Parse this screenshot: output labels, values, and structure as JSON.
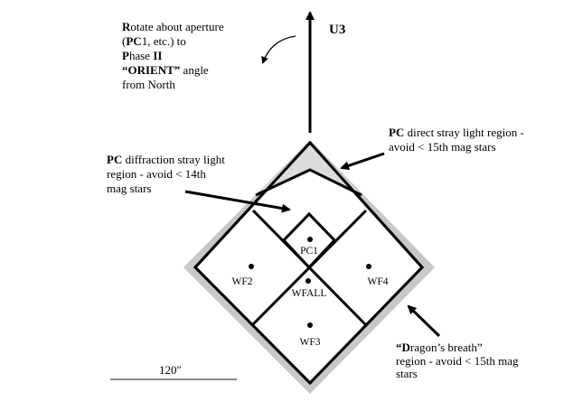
{
  "title_label": "U3",
  "rotate_note": {
    "line1_bold": "R",
    "line1": "otate about aperture",
    "line2_open": "(",
    "line2_bold": "PC",
    "line2": "1, etc.) to",
    "line3_bold_start": "P",
    "line3": "hase ",
    "line3_bold": "II",
    "line4_bold": "“ORIENT”",
    "line4": " angle",
    "line5": "from North"
  },
  "pc_diffraction_note": {
    "line1_bold": "PC",
    "line1": " diffraction stray light",
    "line2": "region - avoid < 14th",
    "line3": "mag stars"
  },
  "pc_direct_note": {
    "line1_bold": "PC",
    "line1": " direct stray light region -",
    "line2": "avoid < 15th mag stars"
  },
  "dragons_breath_note": {
    "line1_bold": "“D",
    "line1": "ragon’s breath”",
    "line2": "region - avoid < 15th mag",
    "line3": "stars"
  },
  "apertures": {
    "pc1": "PC1",
    "wf2": "WF2",
    "wf3": "WF3",
    "wf4": "WF4",
    "wfall": "WFALL"
  },
  "scale_label": "120″",
  "colors": {
    "stray_region": "#c8c8c8",
    "lines": "#000000",
    "scale_bar": "#888888"
  }
}
